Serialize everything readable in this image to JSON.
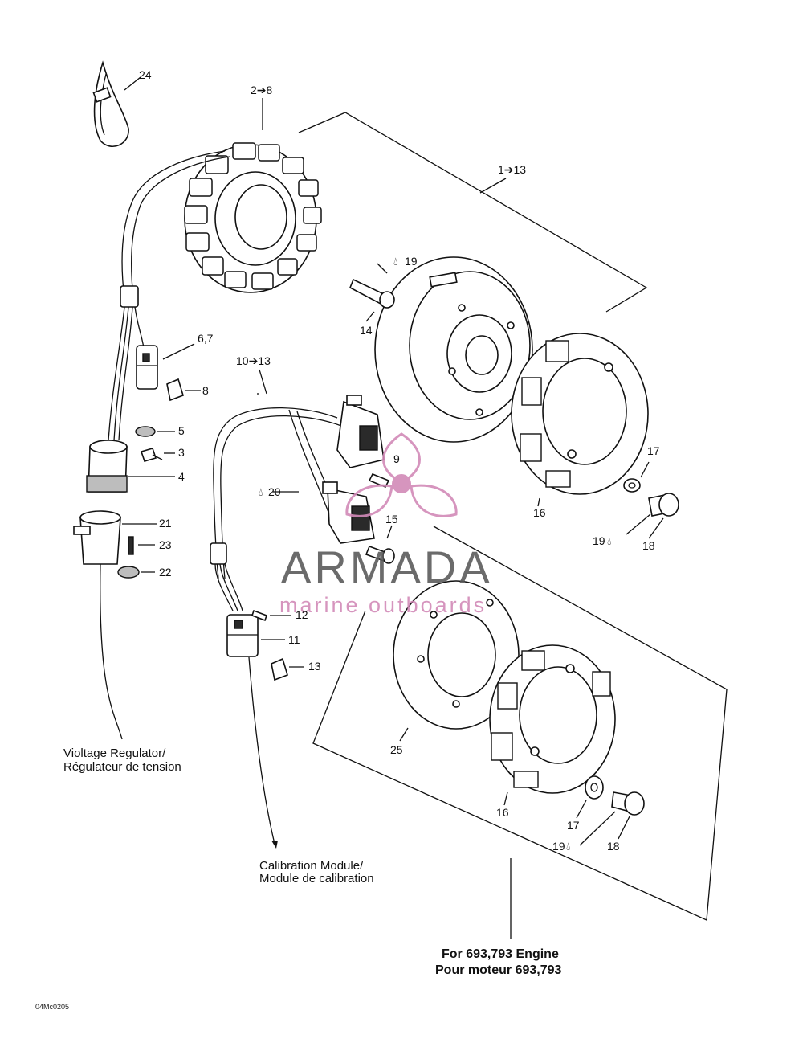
{
  "labels": {
    "l24": "24",
    "l2_8": "2➔8",
    "l1_13": "1➔13",
    "l19a": "19",
    "l14": "14",
    "l6_7": "6,7",
    "l10_13": "10➔13",
    "l8": "8",
    "l5": "5",
    "l3": "3",
    "l4": "4",
    "l9": "9",
    "l20": "20",
    "l15": "15",
    "l17a": "17",
    "l16a": "16",
    "l19b": "19",
    "l18a": "18",
    "l21": "21",
    "l23": "23",
    "l22": "22",
    "l12": "12",
    "l11": "11",
    "l13": "13",
    "l25": "25",
    "l16b": "16",
    "l17b": "17",
    "l19c": "19",
    "l18b": "18"
  },
  "captions": {
    "regulator_line1": "Violtage Regulator/",
    "regulator_line2": "Régulateur de tension",
    "calibration_line1": "Calibration Module/",
    "calibration_line2": "Module de calibration",
    "engine_line1": "For 693,793 Engine",
    "engine_line2": "Pour moteur 693,793"
  },
  "watermark": {
    "brand": "ARMADA",
    "tagline": "marine outboards",
    "brand_color": "#5b5b5b",
    "accent_color": "#d28ab8"
  },
  "drawing_code": "04Mc0205"
}
